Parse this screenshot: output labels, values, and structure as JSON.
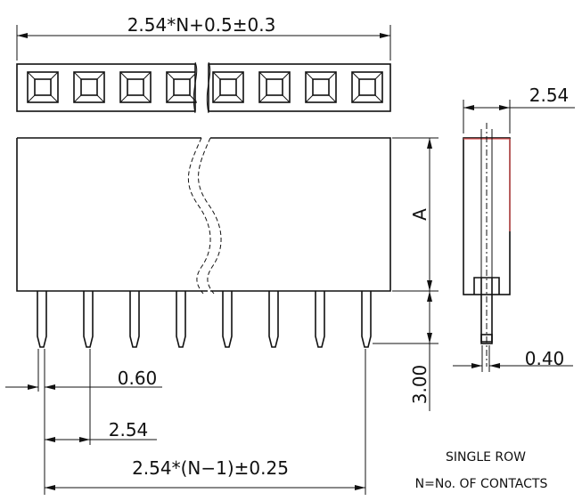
{
  "diagram": {
    "labels": {
      "top_width": "2.54*N+0.5±0.3",
      "side_pitch": "2.54",
      "height_a": "A",
      "pin_width": "0.60",
      "pin_pitch": "2.54",
      "pin_length": "3.00",
      "pin_thickness": "0.40",
      "pin_span": "2.54*(N−1)±0.25"
    },
    "notes": {
      "row_type": "SINGLE ROW",
      "legend": "N=No. OF CONTACTS"
    },
    "counts": {
      "contacts_shown": 8
    },
    "colors": {
      "ink": "#111111",
      "accent": "#e05555"
    }
  }
}
